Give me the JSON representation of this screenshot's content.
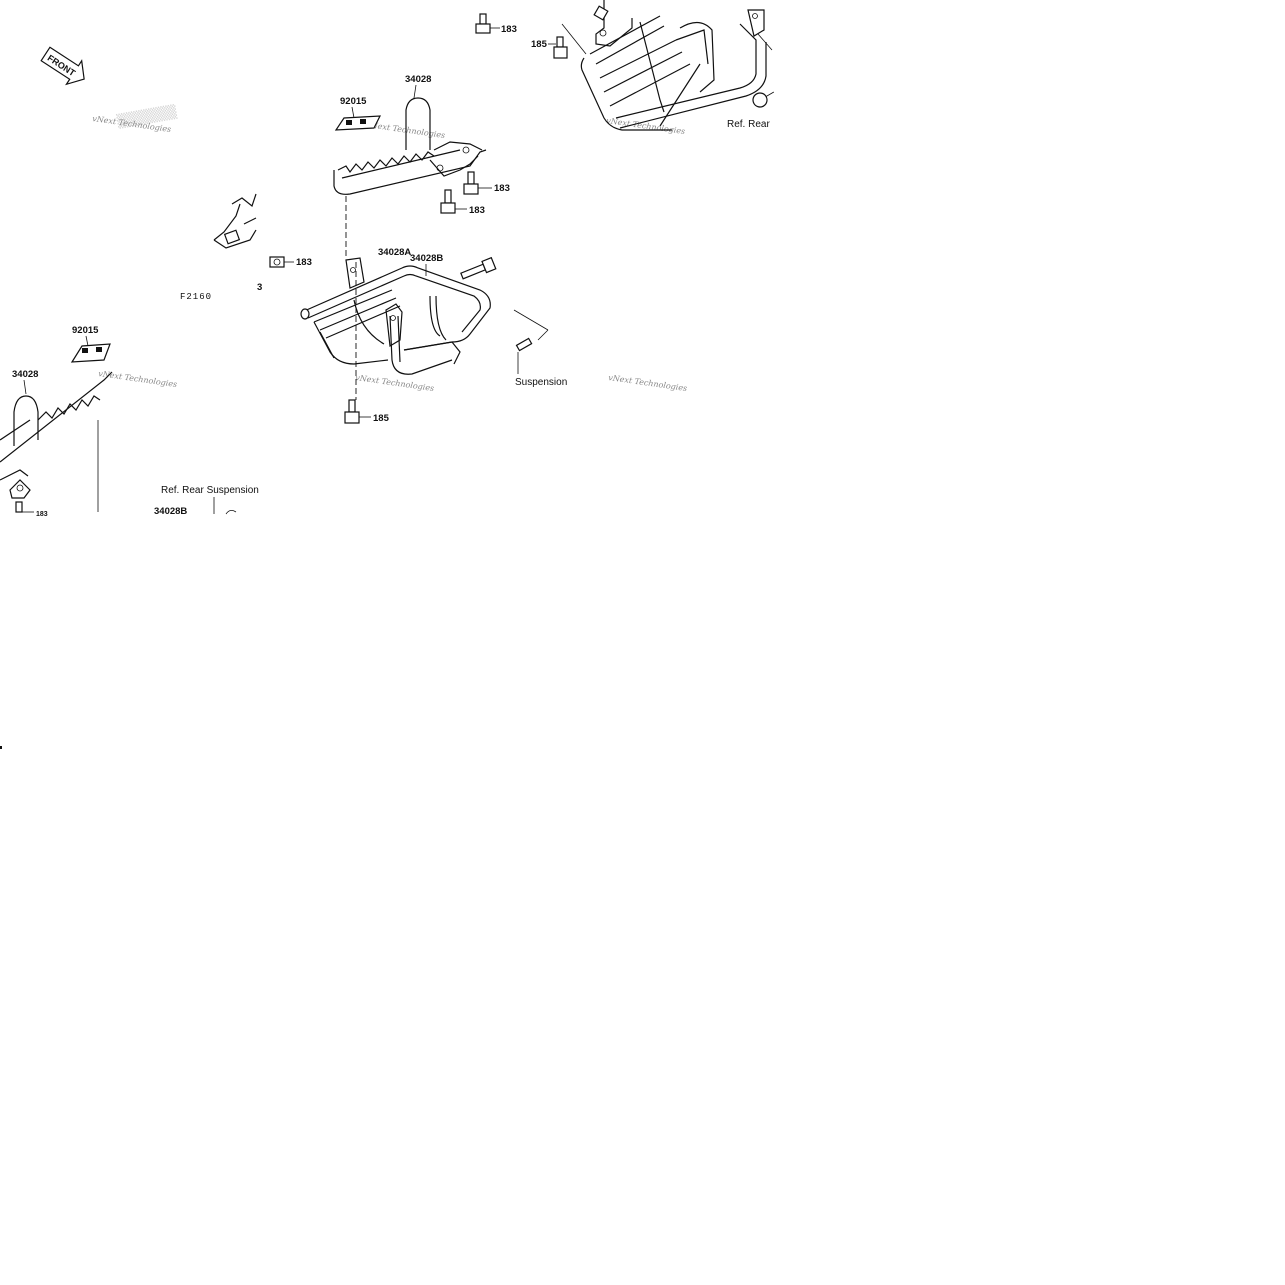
{
  "labels": {
    "p183_top": "183",
    "p185_top": "185",
    "p34028_upper": "34028",
    "p92015_upper": "92015",
    "p183_a": "183",
    "p183_b": "183",
    "p183_c": "183",
    "p34028A": "34028A",
    "p34028B_upper": "34028B",
    "p3_partial": "3",
    "fig_code": "F2160",
    "p92015_lower": "92015",
    "p34028_lower": "34028",
    "p185_lower": "185",
    "suspension": "Suspension",
    "ref_rear_top": "Ref. Rear",
    "ref_rear_suspension": "Ref. Rear Suspension",
    "p34028B_lower": "34028B",
    "p183_partial": "183"
  },
  "front_marker": "FRONT",
  "watermark": "vNext Technologies",
  "icons": [
    "front-arrow-icon",
    "bolt-icon",
    "nut-icon"
  ]
}
